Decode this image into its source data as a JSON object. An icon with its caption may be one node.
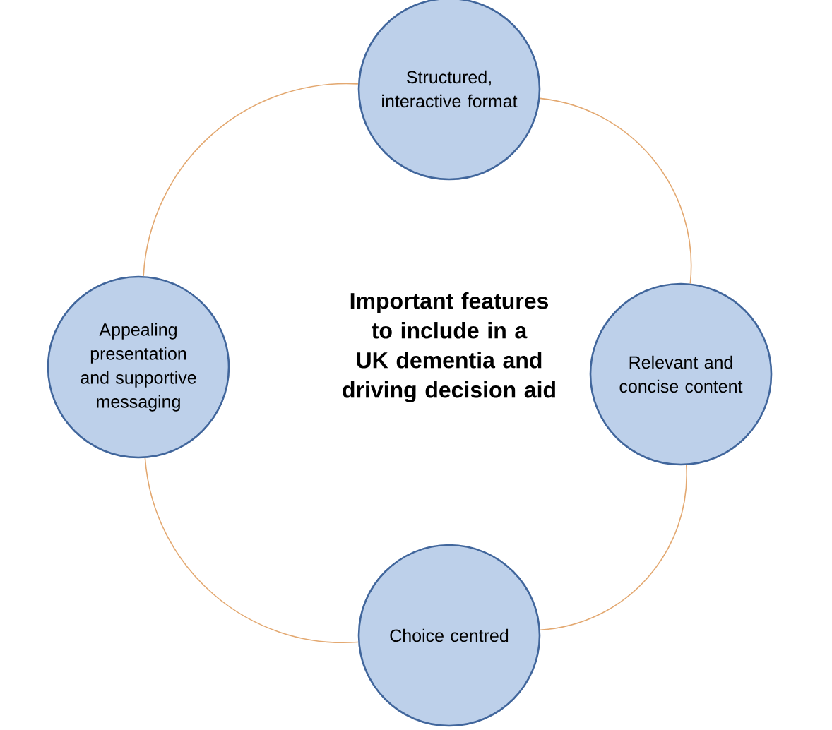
{
  "diagram": {
    "nodes": [
      {
        "text": [
          "Structured, interactive format"
        ]
      },
      {
        "text": [
          "Appealing presentation and supportive messaging"
        ]
      },
      {
        "text": [
          "Relevant and concise content"
        ]
      },
      {
        "text": [
          "Choice centred"
        ]
      }
    ],
    "edges": [
      {
        "from": 0,
        "to": 2,
        "arrow": "none"
      },
      {
        "from": 2,
        "to": 3,
        "arrow": "none"
      },
      {
        "from": 3,
        "to": 1,
        "arrow": "none"
      },
      {
        "from": 1,
        "to": 0,
        "arrow": "none"
      }
    ],
    "labels": [
      "Important features to include in a UK dementia and driving decision aid"
    ]
  }
}
